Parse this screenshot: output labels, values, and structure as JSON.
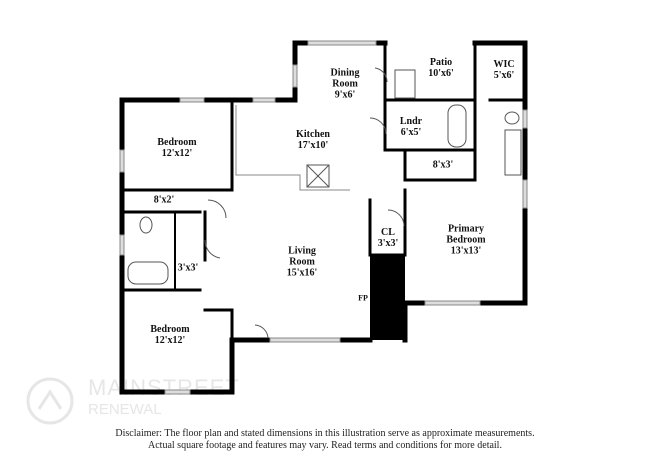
{
  "rooms": [
    {
      "name": "Bedroom",
      "dims": "12'x12'"
    },
    {
      "name": "Kitchen",
      "dims": "17'x10'"
    },
    {
      "name": "Dining Room",
      "dims": "9'x6'"
    },
    {
      "name": "Patio",
      "dims": "10'x6'"
    },
    {
      "name": "WIC",
      "dims": "5'x6'"
    },
    {
      "name": "Lndr",
      "dims": "6'x5'"
    },
    {
      "name": "",
      "dims": "8'x3'"
    },
    {
      "name": "CL",
      "dims": "3'x3'"
    },
    {
      "name": "Primary Bedroom",
      "dims": "13'x13'"
    },
    {
      "name": "Living Room",
      "dims": "15'x16'"
    },
    {
      "name": "",
      "dims": "8'x2'"
    },
    {
      "name": "",
      "dims": "3'x3'"
    },
    {
      "name": "Bedroom",
      "dims": "12'x12'"
    }
  ],
  "fireplace_label": "FP",
  "logo": {
    "brand": "MAINSTREET",
    "sub": "RENEWAL"
  },
  "disclaimer": {
    "line1": "Disclaimer: The floor plan and stated dimensions in this illustration serve as approximate measurements.",
    "line2": "Actual square footage and features may vary. Read terms and conditions for more detail."
  },
  "colors": {
    "wall": "#000000",
    "window": "#cccccc"
  }
}
